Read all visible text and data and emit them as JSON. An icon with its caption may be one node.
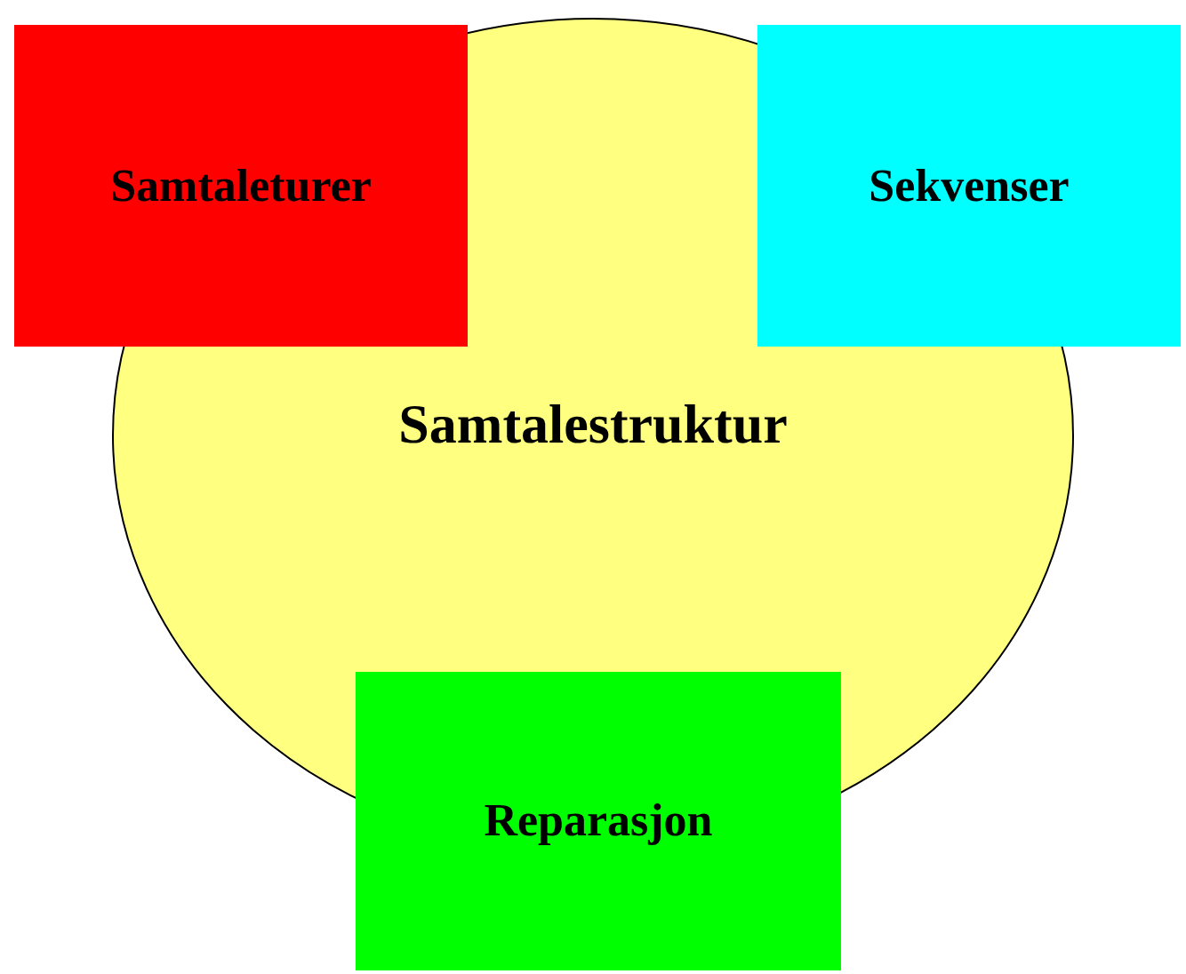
{
  "diagram": {
    "nodes": [
      {
        "text": [
          "Samtaleturer"
        ]
      },
      {
        "text": [
          "Sekvenser"
        ]
      },
      {
        "text": [
          "Samtalestruktur"
        ]
      },
      {
        "text": [
          "Reparasjon"
        ]
      }
    ]
  }
}
